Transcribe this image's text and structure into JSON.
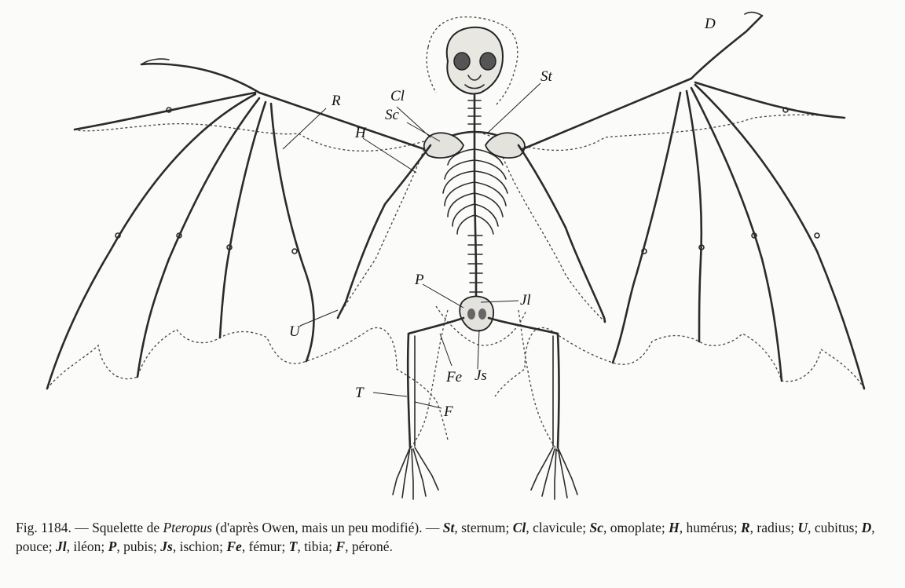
{
  "labels": {
    "D": "D",
    "R": "R",
    "Cl": "Cl",
    "St": "St",
    "Sc": "Sc",
    "H": "H",
    "P": "P",
    "Jl": "Jl",
    "U": "U",
    "Fe": "Fe",
    "Js": "Js",
    "T": "T",
    "F": "F"
  },
  "caption": {
    "fig_number": "Fig. 1184.",
    "dash": " — ",
    "title_pre": "Squelette de ",
    "genus": "Pteropus",
    "title_post": " (d'après Owen, mais un peu modifié). — ",
    "legend": [
      {
        "abbr": "St",
        "name": "sternum"
      },
      {
        "abbr": "Cl",
        "name": "clavicule"
      },
      {
        "abbr": "Sc",
        "name": "omoplate"
      },
      {
        "abbr": "H",
        "name": "humérus"
      },
      {
        "abbr": "R",
        "name": "radius"
      },
      {
        "abbr": "U",
        "name": "cubitus"
      },
      {
        "abbr": "D",
        "name": "pouce"
      },
      {
        "abbr": "Jl",
        "name": "iléon"
      },
      {
        "abbr": "P",
        "name": "pubis"
      },
      {
        "abbr": "Js",
        "name": "ischion"
      },
      {
        "abbr": "Fe",
        "name": "fémur"
      },
      {
        "abbr": "T",
        "name": "tibia"
      },
      {
        "abbr": "F",
        "name": "péroné"
      }
    ]
  }
}
